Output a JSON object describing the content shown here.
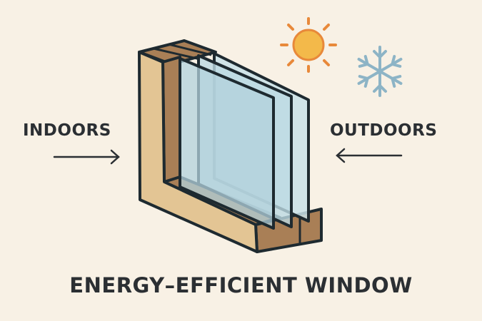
{
  "labels": {
    "left": "INDOORS",
    "right": "OUTDOORS"
  },
  "title": "ENERGY–EFFICIENT WINDOW",
  "icons": [
    "sun-icon",
    "snowflake-icon",
    "arrow-right-icon",
    "arrow-left-icon"
  ],
  "colors": {
    "background": "#f8f1e5",
    "frame_light": "#e3c594",
    "frame_dark": "#a97f56",
    "glass": "#bcd9e2",
    "sun": "#f3b94a",
    "snow": "#8db4c6"
  }
}
